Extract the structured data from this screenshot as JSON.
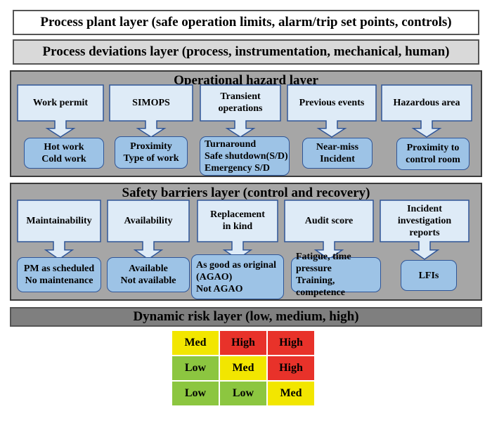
{
  "layers": {
    "plant": "Process plant layer (safe operation limits, alarm/trip set points, controls)",
    "deviations": "Process deviations layer (process, instrumentation, mechanical, human)",
    "operational": "Operational hazard layer",
    "barriers": "Safety barriers layer (control and recovery)",
    "dynamic": "Dynamic risk layer (low, medium, high)"
  },
  "operational_items": [
    {
      "callout": "Work permit",
      "box": "Hot work\nCold work"
    },
    {
      "callout": "SIMOPS",
      "box": "Proximity\nType of work"
    },
    {
      "callout": "Transient\noperations",
      "box": "Turnaround\nSafe shutdown(S/D)\nEmergency S/D"
    },
    {
      "callout": "Previous events",
      "box": "Near-miss\nIncident"
    },
    {
      "callout": "Hazardous area",
      "box": "Proximity to\ncontrol room"
    }
  ],
  "barrier_items": [
    {
      "callout": "Maintainability",
      "box": "PM as scheduled\nNo maintenance"
    },
    {
      "callout": "Availability",
      "box": "Available\nNot available"
    },
    {
      "callout": "Replacement\nin kind",
      "box": "As good as original\n(AGAO)\nNot AGAO"
    },
    {
      "callout": "Audit score",
      "box": "Fatigue, time pressure\nTraining, competence"
    },
    {
      "callout": "Incident\ninvestigation\nreports",
      "box": "LFIs"
    }
  ],
  "risk_matrix": [
    [
      {
        "label": "Med",
        "color": "#f2e600"
      },
      {
        "label": "High",
        "color": "#e8322a"
      },
      {
        "label": "High",
        "color": "#e8322a"
      }
    ],
    [
      {
        "label": "Low",
        "color": "#8cc640"
      },
      {
        "label": "Med",
        "color": "#f2e600"
      },
      {
        "label": "High",
        "color": "#e8322a"
      }
    ],
    [
      {
        "label": "Low",
        "color": "#8cc640"
      },
      {
        "label": "Low",
        "color": "#8cc640"
      },
      {
        "label": "Med",
        "color": "#f2e600"
      }
    ]
  ],
  "colors": {
    "callout_fill": "#deebf7",
    "callout_stroke": "#2f5597",
    "box_fill": "#9dc3e6",
    "section_fill": "#a6a6a6"
  }
}
